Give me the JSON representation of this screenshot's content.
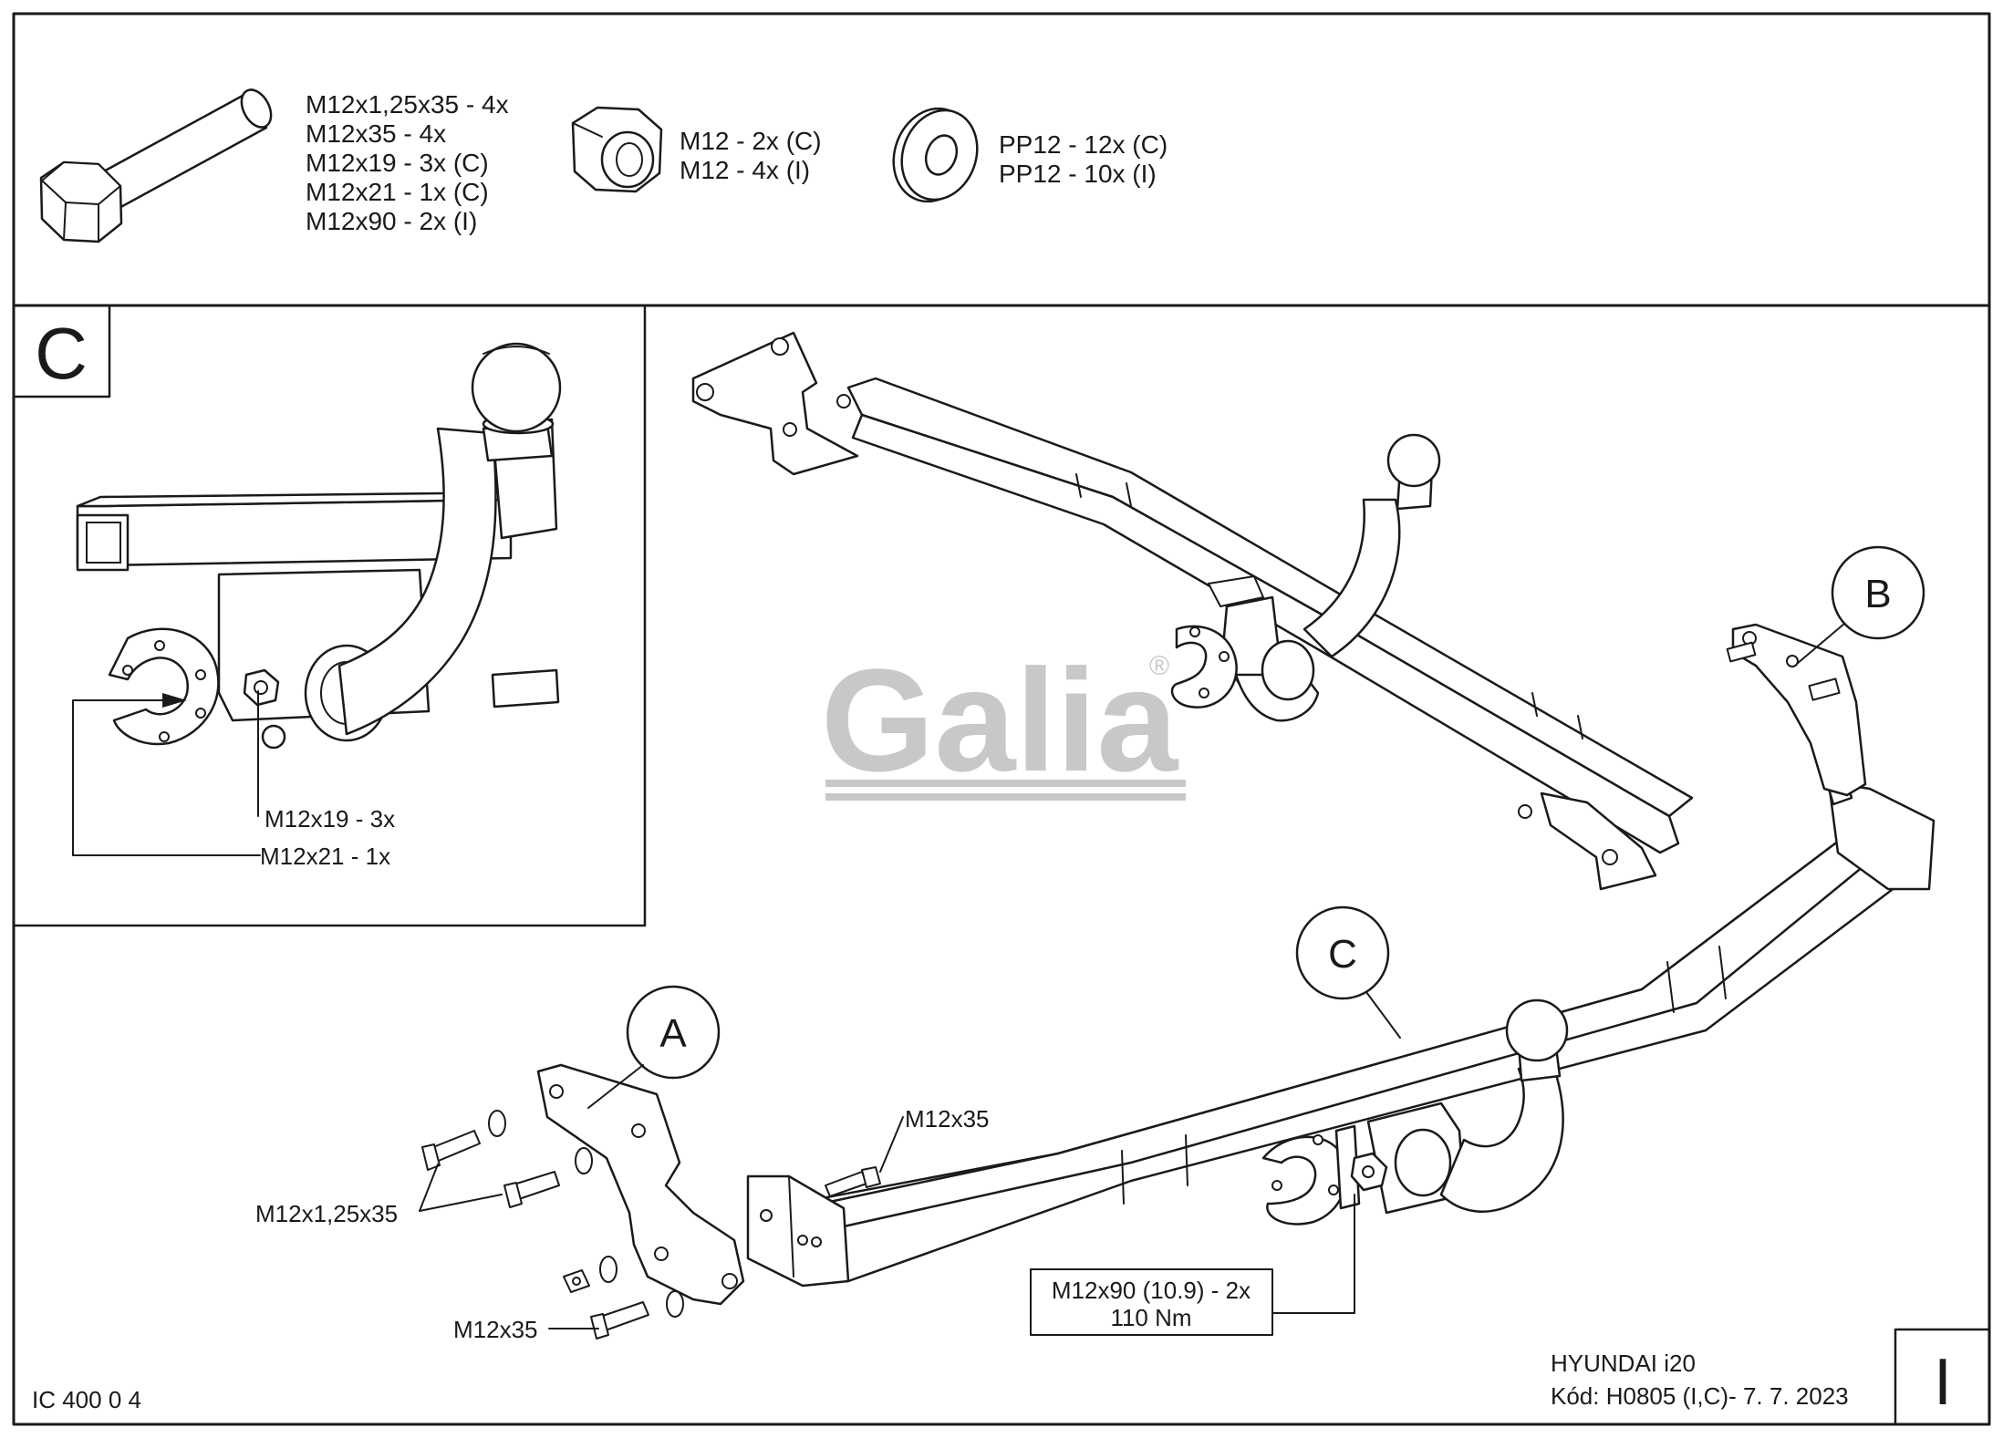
{
  "parts_header": {
    "bolt_lines": [
      "M12x1,25x35 - 4x",
      "M12x35 - 4x",
      "M12x19 - 3x (C)",
      "M12x21 - 1x (C)",
      "M12x90 - 2x (I)"
    ],
    "nut_lines": [
      "M12 - 2x (C)",
      "M12 - 4x (I)"
    ],
    "washer_lines": [
      "PP12 - 12x (C)",
      "PP12 - 10x (I)"
    ]
  },
  "inset": {
    "letter": "C",
    "label_1": "M12x19 - 3x",
    "label_2": "M12x21 - 1x"
  },
  "watermark": {
    "text": "Galia",
    "registered": "®"
  },
  "callouts": {
    "a": "A",
    "b": "B",
    "c": "C"
  },
  "main_labels": {
    "m12x35_top": "M12x35",
    "m12x125x35": "M12x1,25x35",
    "m12x35_bottom": "M12x35",
    "bolt_box_line1": "M12x90 (10.9) - 2x",
    "bolt_box_line2": "110 Nm"
  },
  "footer": {
    "drawing_code": "IC 400 0 4",
    "vehicle": "HYUNDAI i20",
    "code_line": "Kód: H0805 (I,C)- 7. 7. 2023",
    "variant": "I"
  },
  "colors": {
    "line": "#1a1a1a",
    "watermark": "#c8c8c8"
  }
}
